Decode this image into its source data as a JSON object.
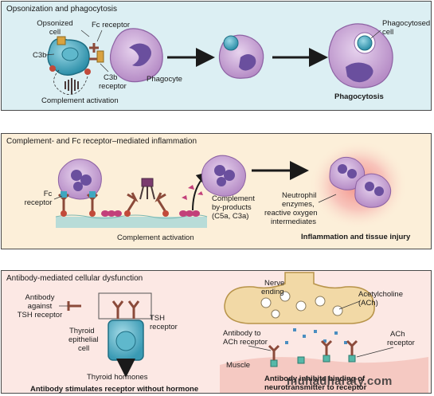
{
  "panel1": {
    "title": "Opsonization and phagocytosis",
    "labels": {
      "opsonized_cell": [
        "Opsonized",
        "cell"
      ],
      "fc_receptor": "Fc receptor",
      "c3b": "C3b",
      "c3b_receptor": [
        "C3b",
        "receptor"
      ],
      "phagocyte": "Phagocyte",
      "complement_activation": "Complement activation",
      "phagocytosed_cell": [
        "Phagocytosed",
        "cell"
      ],
      "phagocytosis": "Phagocytosis"
    }
  },
  "panel2": {
    "title": "Complement- and Fc receptor–mediated inflammation",
    "labels": {
      "fc_receptor": [
        "Fc",
        "receptor"
      ],
      "complement_activation": "Complement activation",
      "complement_byproducts": [
        "Complement",
        "by-products",
        "(C5a, C3a)"
      ],
      "neutrophil": [
        "Neutrophil",
        "enzymes,",
        "reactive oxygen",
        "intermediates"
      ],
      "inflammation": "Inflammation and tissue injury"
    }
  },
  "panel3": {
    "title": "Antibody-mediated cellular dysfunction",
    "labels": {
      "antibody_tsh": [
        "Antibody",
        "against",
        "TSH receptor"
      ],
      "tsh_receptor": [
        "TSH",
        "receptor"
      ],
      "thyroid_cell": [
        "Thyroid",
        "epithelial",
        "cell"
      ],
      "thyroid_hormones": "Thyroid hormones",
      "stimulates": "Antibody stimulates receptor without hormone",
      "nerve_ending": [
        "Nerve",
        "ending"
      ],
      "acetylcholine": [
        "Acetylcholine",
        "(ACh)"
      ],
      "antibody_ach": [
        "Antibody to",
        "ACh receptor"
      ],
      "ach_receptor": [
        "ACh",
        "receptor"
      ],
      "muscle": "Muscle",
      "inhibits": [
        "Antibody inhibits binding of",
        "neurotransmitter to receptor"
      ]
    }
  },
  "watermark": "muhadharaty.com",
  "colors": {
    "panel1_bg": "#dceff3",
    "panel2_bg": "#fcefd9",
    "panel3_bg": "#fce8e4",
    "phagocyte": "#c9a6d4",
    "nucleus": "#6a4f9e",
    "target_cell": "#3fa7bf",
    "antibody": "#8b4a3a",
    "nerve": "#f2d9a6"
  }
}
